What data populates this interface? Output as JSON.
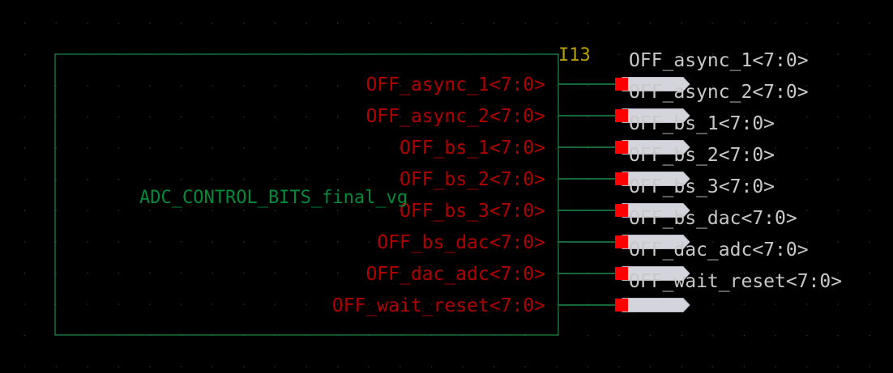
{
  "instance": {
    "name": "I13",
    "cell_name": "ADC_CONTROL_BITS_final_vg"
  },
  "pins": [
    {
      "label": "OFF_async_1<7:0>",
      "net": "OFF_async_1<7:0>"
    },
    {
      "label": "OFF_async_2<7:0>",
      "net": "OFF_async_2<7:0>"
    },
    {
      "label": "OFF_bs_1<7:0>",
      "net": "OFF_bs_1<7:0>"
    },
    {
      "label": "OFF_bs_2<7:0>",
      "net": "OFF_bs_2<7:0>"
    },
    {
      "label": "OFF_bs_3<7:0>",
      "net": "OFF_bs_3<7:0>"
    },
    {
      "label": "OFF_bs_dac<7:0>",
      "net": "OFF_bs_dac<7:0>"
    },
    {
      "label": "OFF_dac_adc<7:0>",
      "net": "OFF_dac_adc<7:0>"
    },
    {
      "label": "OFF_wait_reset<7:0>",
      "net": "OFF_wait_reset<7:0>"
    }
  ],
  "colors": {
    "background": "#000000",
    "grid_dot": "#3a3a3a",
    "symbol_outline": "#1f8a4a",
    "wire": "#1f8a4a",
    "pin_label": "#b00000",
    "net_label": "#c8c8c8",
    "instance_name": "#b8a000",
    "cell_name": "#008a3a",
    "pin_square": "#ff0000",
    "net_connector": "#d4d4dc"
  }
}
